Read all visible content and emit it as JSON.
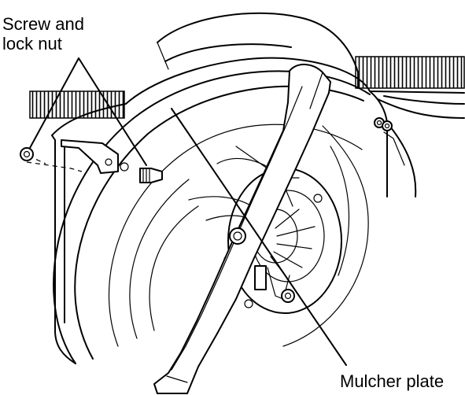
{
  "labels": {
    "screw_and_lock_nut_line1": "Screw and",
    "screw_and_lock_nut_line2": "lock nut",
    "mulcher_plate": "Mulcher plate"
  },
  "colors": {
    "line": "#000000",
    "background": "#ffffff"
  }
}
